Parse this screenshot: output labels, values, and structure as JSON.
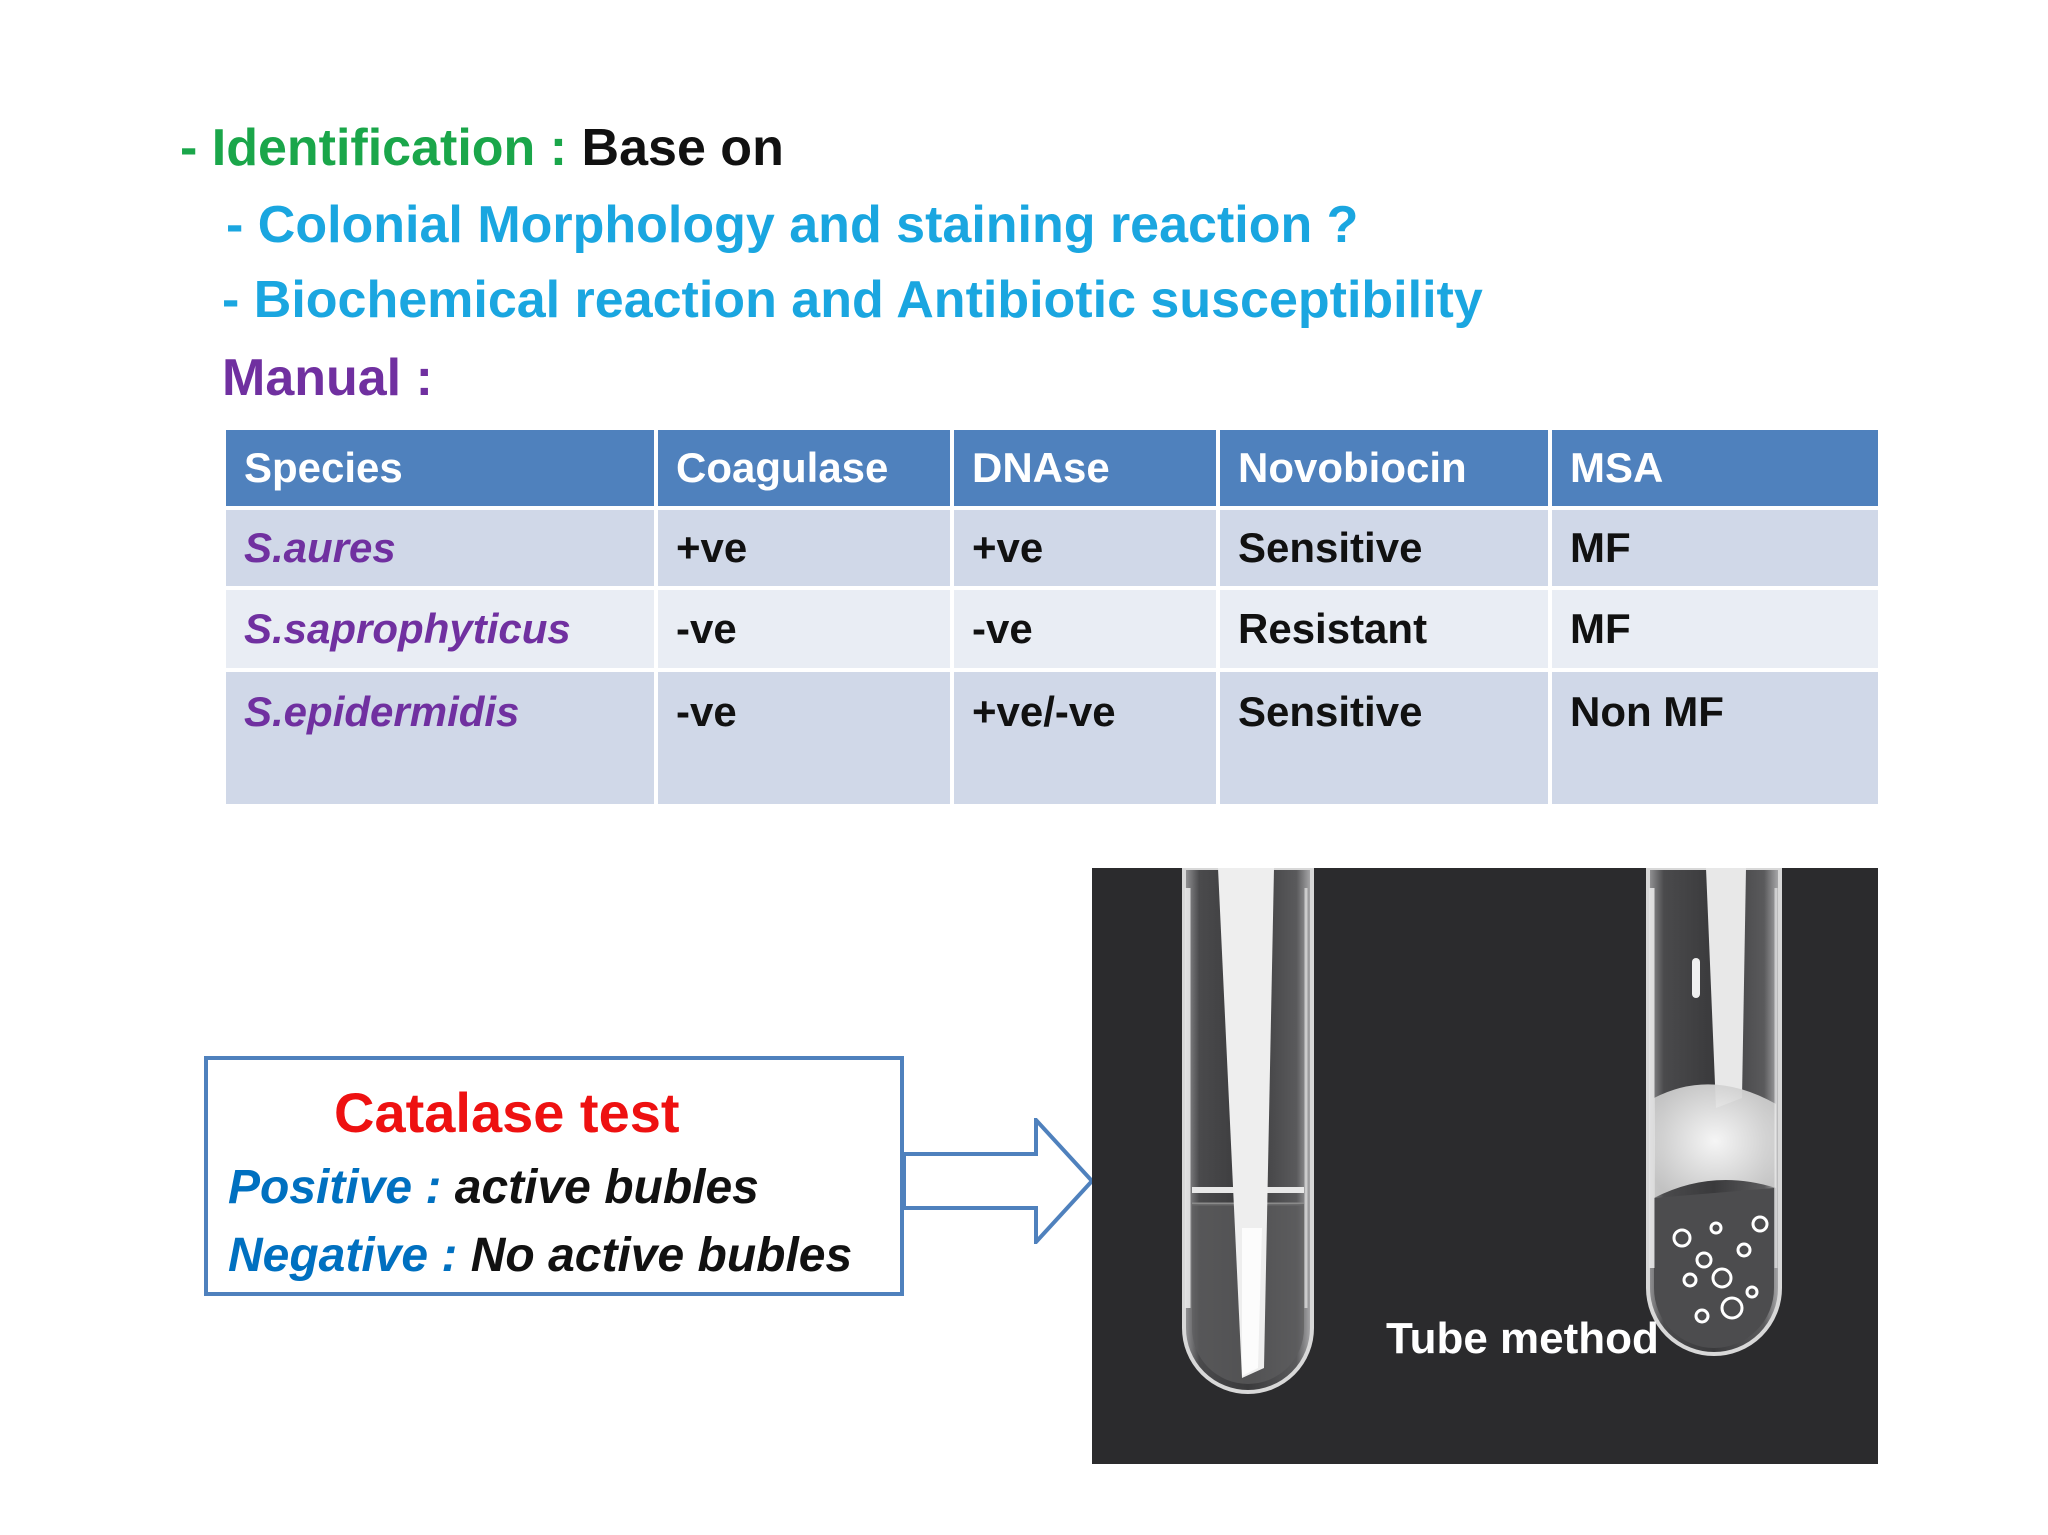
{
  "identification": {
    "label": "- Identification :",
    "rest": "Base on",
    "point1": "- Colonial Morphology and staining reaction ?",
    "point2": "- Biochemical reaction and Antibiotic susceptibility",
    "manual": "Manual :"
  },
  "table": {
    "headers": [
      "Species",
      "Coagulase",
      "DNAse",
      "Novobiocin",
      "MSA"
    ],
    "rows": [
      [
        "S.aures",
        "+ve",
        "+ve",
        "Sensitive",
        "MF"
      ],
      [
        "S.saprophyticus",
        "-ve",
        "-ve",
        "Resistant",
        "MF"
      ],
      [
        "S.epidermidis",
        "-ve",
        "+ve/-ve",
        "Sensitive",
        "Non MF"
      ]
    ]
  },
  "catalase": {
    "title": "Catalase test",
    "positive_label": "Positive :",
    "positive_desc": "active bubles",
    "negative_label": "Negative :",
    "negative_desc": "No active bubles"
  },
  "photo": {
    "caption": "Tube method"
  },
  "colors": {
    "green": "#1aa64a",
    "cyan": "#1aa6e0",
    "purple": "#7030a0",
    "header_blue": "#4f81bd",
    "row_light": "#d0d8e8",
    "row_lighter": "#e9edf4",
    "red": "#ee1111",
    "blue_text": "#0070c0"
  }
}
